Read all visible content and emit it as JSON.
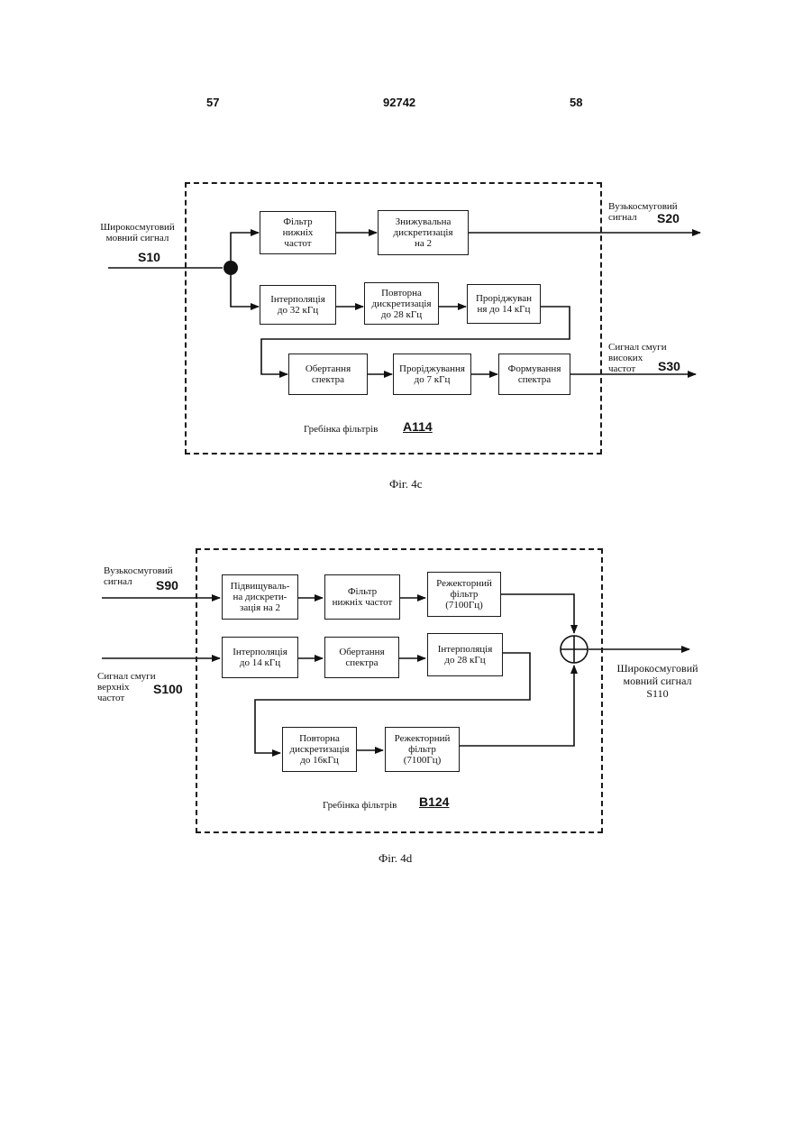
{
  "header": {
    "left_page": "57",
    "doc_number": "92742",
    "right_page": "58"
  },
  "fig_c": {
    "caption": "Фіг. 4c",
    "input_label": "Широкосмуговий\nмовний сигнал",
    "input_tag": "S10",
    "out1_label": "Вузькосмуговий\nсигнал",
    "out1_tag": "S20",
    "out2_label": "Сигнал смуги\nвисоких\nчастот",
    "out2_tag": "S30",
    "bank_label": "Гребінка фільтрів",
    "bank_tag": "A114",
    "blocks": {
      "lpf": "Фільтр\nнижніх\nчастот",
      "decim": "Знижувальна\nдискретизація\nна 2",
      "interp32": "Інтерполяція\nдо 32 кГц",
      "resample28": "Повторна\nдискретизація\nдо 28 кГц",
      "decim14": "Проріджуван\nня до 14 кГц",
      "spectral_flip": "Обертання\nспектра",
      "decim7": "Проріджування\nдо 7 кГц",
      "spectral_shape": "Формування\nспектра"
    }
  },
  "fig_d": {
    "caption": "Фіг. 4d",
    "in1_label": "Вузькосмуговий\nсигнал",
    "in1_tag": "S90",
    "in2_label": "Сигнал смуги\nверхніх\nчастот",
    "in2_tag": "S100",
    "out_label": "Широкосмуговий\nмовний сигнал\nS110",
    "bank_label": "Гребінка фільтрів",
    "bank_tag": "B124",
    "blocks": {
      "upsample": "Підвищуваль-\nна дискрети-\nзація на 2",
      "lpf": "Фільтр\nнижніх частот",
      "notch1": "Режекторний\nфільтр\n(7100Гц)",
      "interp14": "Інтерполяція\nдо 14 кГц",
      "spectral_flip": "Обертання\nспектра",
      "interp28": "Інтерполяція\nдо 28 кГц",
      "resample16": "Повторна\nдискретизація\nдо 16кГц",
      "notch2": "Режекторний\nфільтр\n(7100Гц)"
    }
  }
}
